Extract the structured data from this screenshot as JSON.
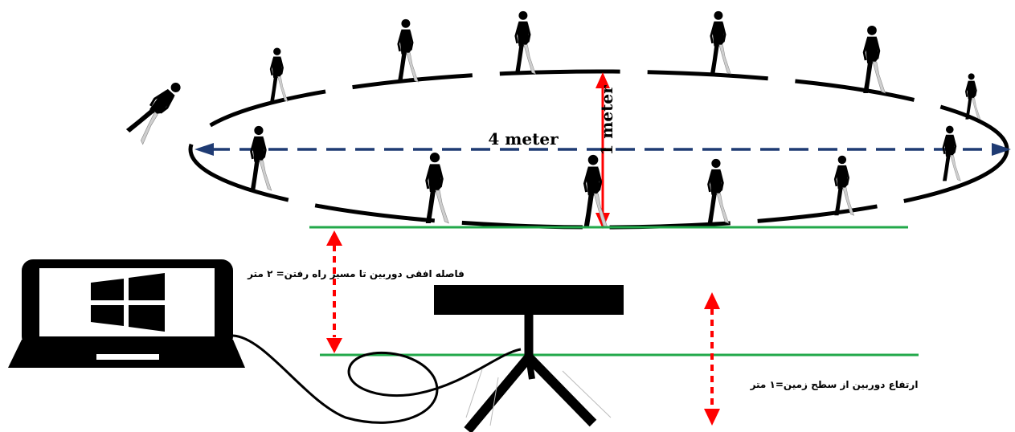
{
  "labels": {
    "width": "4 meter",
    "height": "1 meter",
    "horizontal_distance": "فاصله افقی دوربین تا مسیر راه رفتن= ۲ متر",
    "camera_height": "ارتفاع دوربین از سطح زمین=۱ متر"
  },
  "colors": {
    "path_line": "#000000",
    "width_arrow": "#1f3b73",
    "height_arrow": "#ff0000",
    "distance_arrow": "#ff0000",
    "ground_lines": "#22a84a"
  },
  "icons": {
    "laptop": "laptop-icon",
    "os_logo": "windows-logo-icon",
    "camera": "depth-camera-icon",
    "tripod": "tripod-icon",
    "walker": "walking-person-icon"
  }
}
